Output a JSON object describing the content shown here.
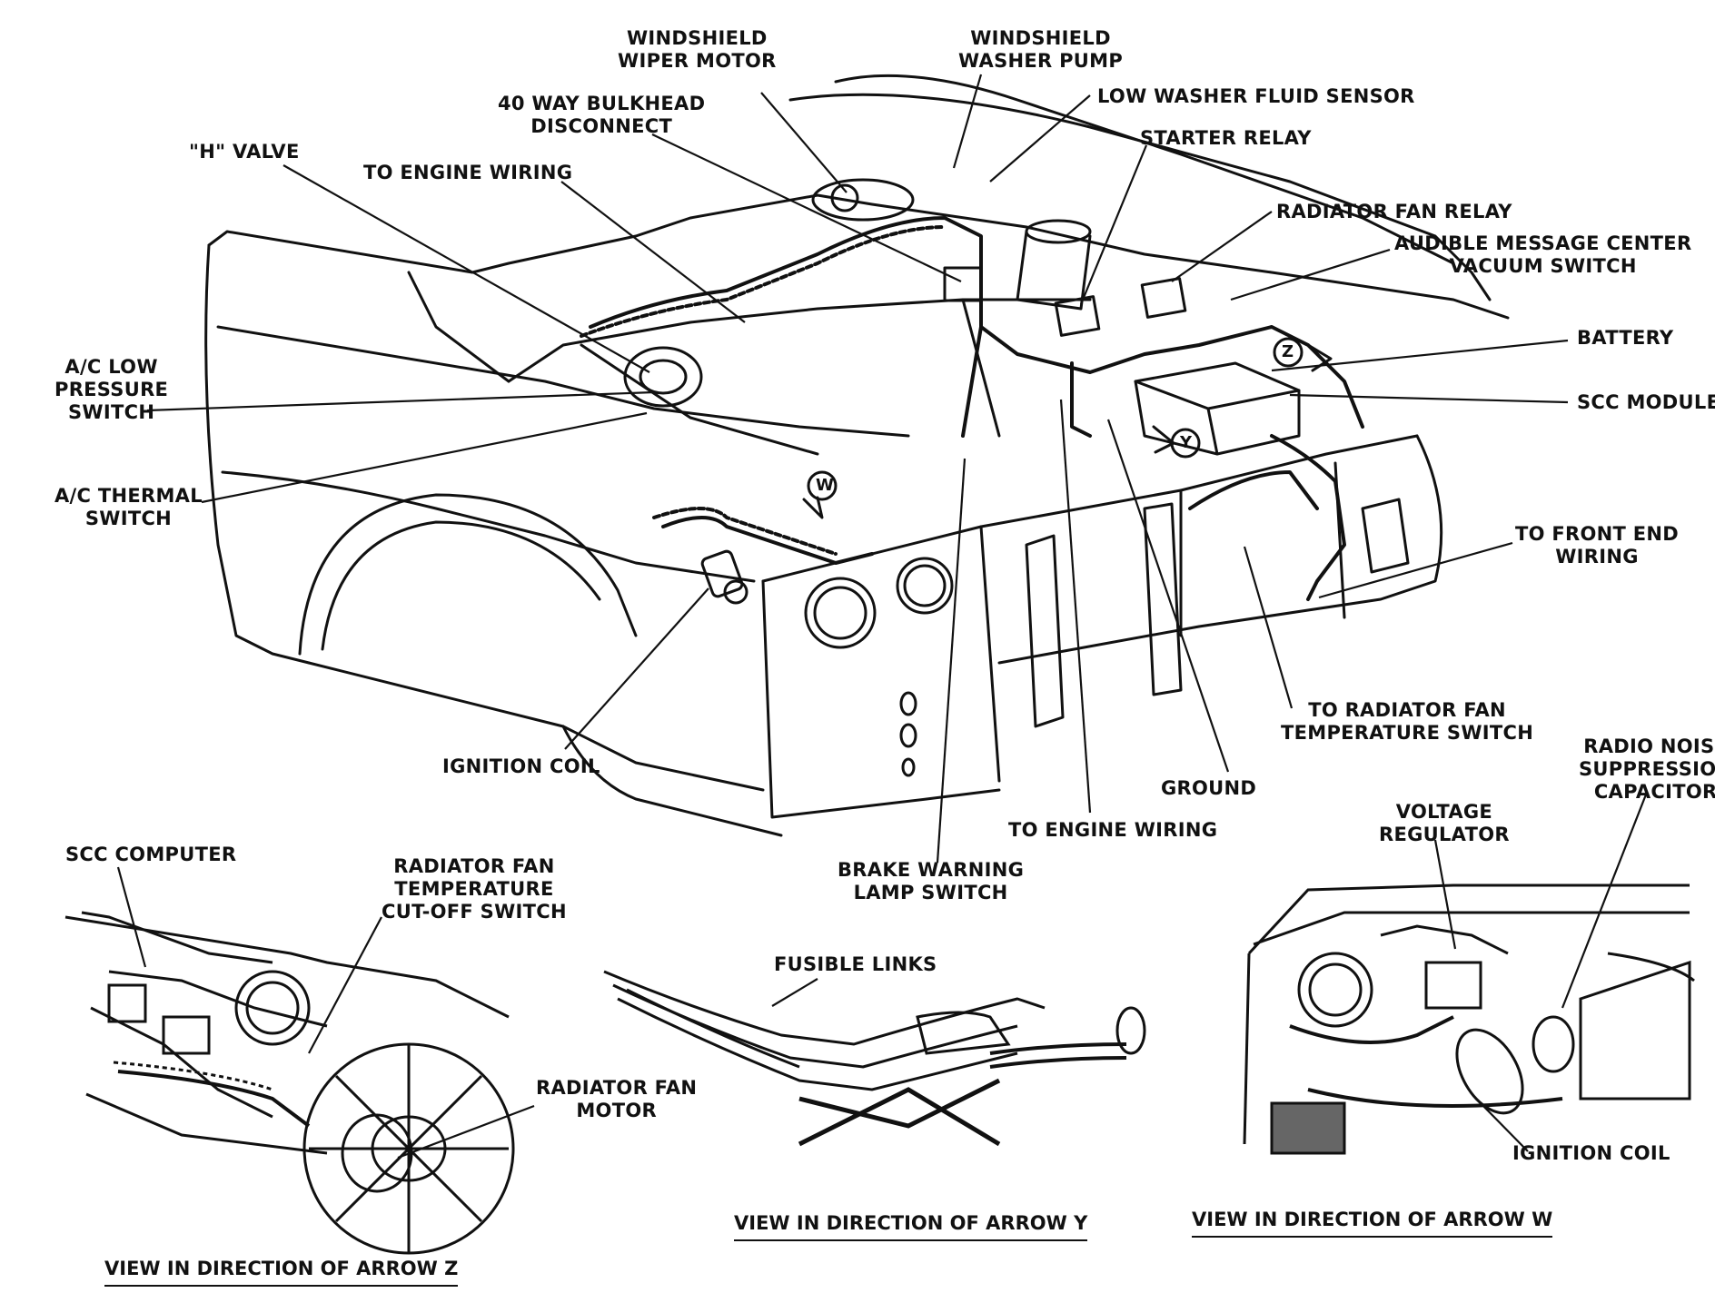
{
  "labels": {
    "wiper_motor": "WINDSHIELD\nWIPER MOTOR",
    "washer_pump": "WINDSHIELD\nWASHER PUMP",
    "low_washer_fluid": "LOW WASHER FLUID SENSOR",
    "bulkhead": "40 WAY BULKHEAD\nDISCONNECT",
    "starter_relay": "STARTER RELAY",
    "h_valve": "\"H\" VALVE",
    "to_engine_wiring_top": "TO ENGINE WIRING",
    "radiator_fan_relay": "RADIATOR FAN RELAY",
    "audible_message": "AUDIBLE MESSAGE CENTER\nVACUUM SWITCH",
    "battery": "BATTERY",
    "ac_low_pressure": "A/C LOW\nPRESSURE\nSWITCH",
    "scc_module": "SCC MODULE",
    "ac_thermal": "A/C THERMAL\nSWITCH",
    "to_front_end_wiring": "TO FRONT END\nWIRING",
    "to_radiator_fan_temp": "TO RADIATOR FAN\nTEMPERATURE SWITCH",
    "ignition_coil_main": "IGNITION COIL",
    "radio_noise": "RADIO NOISE\nSUPPRESSION\nCAPACITOR",
    "ground": "GROUND",
    "voltage_regulator": "VOLTAGE\nREGULATOR",
    "to_engine_wiring_bottom": "TO ENGINE WIRING",
    "scc_computer": "SCC COMPUTER",
    "rad_fan_temp_cutoff": "RADIATOR FAN\nTEMPERATURE\nCUT-OFF SWITCH",
    "brake_warning": "BRAKE WARNING\nLAMP SWITCH",
    "fusible_links": "FUSIBLE LINKS",
    "radiator_fan_motor": "RADIATOR FAN\nMOTOR",
    "ignition_coil_w": "IGNITION COIL"
  },
  "arrow_letters": {
    "w": "W",
    "y": "Y",
    "z": "Z"
  },
  "captions": {
    "arrow_z": "VIEW IN DIRECTION OF ARROW Z",
    "arrow_y": "VIEW IN DIRECTION OF ARROW Y",
    "arrow_w": "VIEW IN DIRECTION OF ARROW W"
  }
}
